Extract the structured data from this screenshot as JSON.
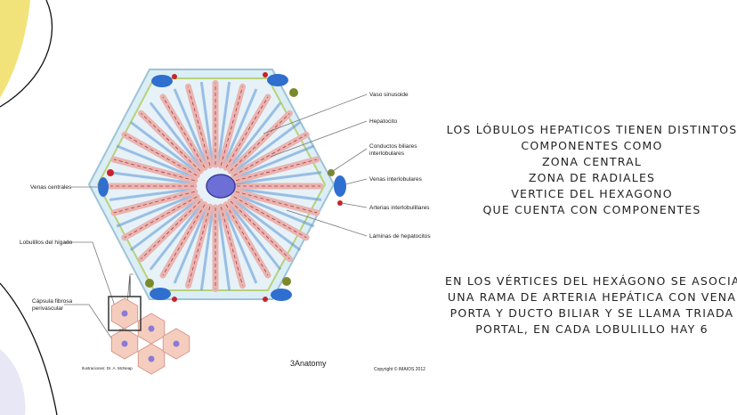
{
  "diagram": {
    "labels": {
      "vaso_sinusoide": "Vaso sinusoide",
      "hepatocito": "Hepatocito",
      "conductos_1": "Conductos biliares",
      "conductos_2": "interlobulares",
      "venas_interlobulares": "Venas interlobulares",
      "arterias_interlobulares": "Arterias interlobulillares",
      "laminas": "Láminas de hepatocitos",
      "venas_centrales": "Venas centrales",
      "lobulillos": "Lobulillos del hígado",
      "capsula_1": "Cápsula fibrosa",
      "capsula_2": "perivascular",
      "credit_left": "Ilustraciones: Dr. A. McNeap",
      "watermark": "3Anatomy",
      "copyright": "Copyright © IMAIOS 2012"
    }
  },
  "text": {
    "block1": [
      "LOS LÓBULOS HEPATICOS TIENEN DISTINTOS",
      "COMPONENTES COMO",
      "ZONA CENTRAL",
      "ZONA DE RADIALES",
      "VERTICE DEL HEXAGONO",
      "QUE CUENTA CON COMPONENTES"
    ],
    "block2": [
      "EN LOS VÉRTICES DEL HEXÁGONO SE ASOCIAN",
      "UNA RAMA DE ARTERIA HEPÁTICA CON VENA",
      "PORTA Y DUCTO BILIAR Y SE LLAMA TRIADA",
      "PORTAL, EN CADA LOBULILLO HAY 6"
    ]
  },
  "colors": {
    "accent_yellow": "#f2e27a",
    "lobule_fill": "#cfe4ee",
    "sinusoid_blue": "#5b95d6",
    "hepatocyte_pink": "#e9b4b0",
    "bile_green": "#b9d36b",
    "central_vein": "#6d6fd6",
    "portal_vein_blue": "#2f6fcf",
    "artery_red": "#c8232c",
    "small_lobule_pink": "#f5cdbf"
  }
}
